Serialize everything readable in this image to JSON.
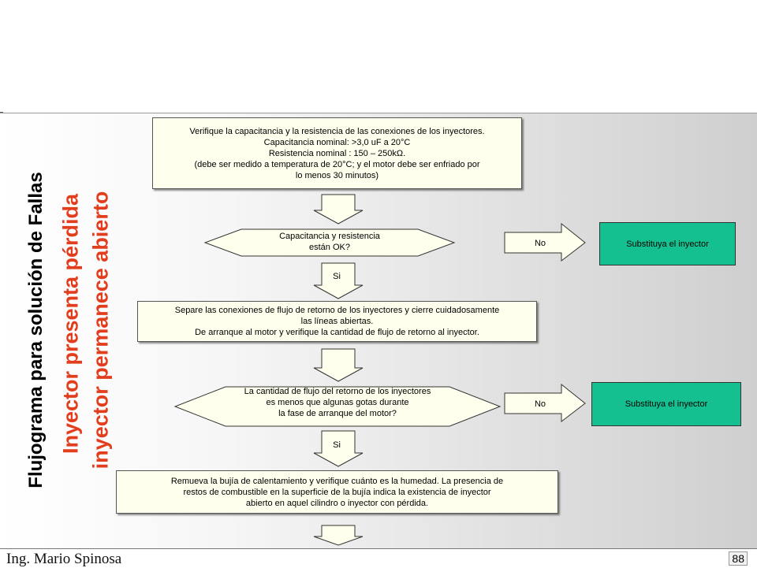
{
  "title": {
    "main": "Flujograma para solución de Fallas",
    "line2": "Inyector presenta pérdida",
    "line3": "inyector permanece abierto"
  },
  "colors": {
    "title_main": "#000000",
    "title_red": "#e23d1d",
    "box_fill": "#ffffee",
    "action_fill": "#15c090",
    "arrow_fill": "#ffffee"
  },
  "steps": {
    "step1": {
      "lines": [
        "Verifique la capacitancia y la resistencia de las conexiones de los inyectores.",
        "Capacitancia nominal: >3,0 uF a  20°C",
        "Resistencia nominal : 150 – 250kΩ.",
        "(debe ser medido a temperatura de 20°C; y el motor debe ser enfriado por",
        "lo menos 30 minutos)"
      ]
    },
    "decision1": {
      "lines": [
        "Capacitancia y resistencia",
        "están OK?"
      ]
    },
    "step2": {
      "lines": [
        "Separe las conexiones de flujo de retorno de los inyectores y cierre cuidadosamente",
        "las líneas abiertas.",
        "De arranque al motor y verifique la cantidad de flujo de retorno al inyector."
      ]
    },
    "decision2": {
      "lines": [
        "La cantidad de flujo del retorno de los inyectores",
        "es menos que algunas gotas durante",
        "la fase de arranque  del motor?"
      ]
    },
    "step3": {
      "lines": [
        "Remueva la bujía de calentamiento y verifique cuánto es la humedad. La presencia de",
        "restos de combustible en la superficie de la bujía indica la existencia de inyector",
        "abierto en aquel cilindro o inyector con pérdida."
      ]
    }
  },
  "arrows": {
    "yes1": "Si",
    "no1": "No",
    "yes2": "Si",
    "no2": "No"
  },
  "actions": {
    "action1": "Substituya el inyector",
    "action2": "Substituya el inyector"
  },
  "footer": {
    "author": "Ing. Mario Spinosa",
    "page": "88"
  }
}
